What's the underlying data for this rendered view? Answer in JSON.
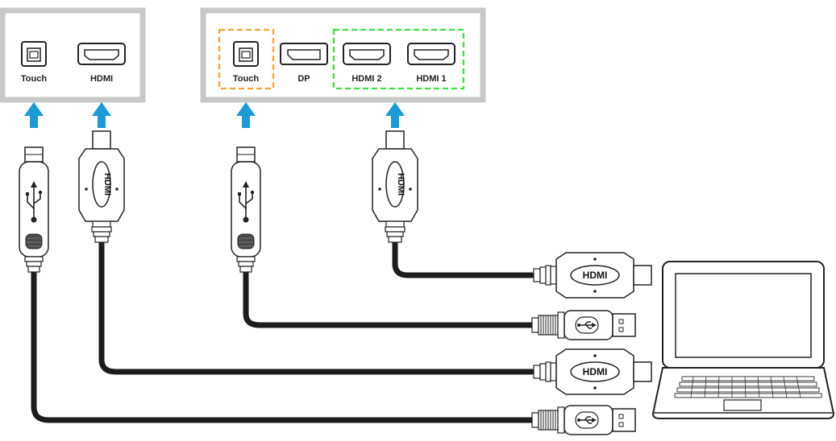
{
  "panels": {
    "left": {
      "ports": [
        {
          "label": "Touch",
          "type": "usb-b"
        },
        {
          "label": "HDMI",
          "type": "hdmi"
        }
      ]
    },
    "right": {
      "ports": [
        {
          "label": "Touch",
          "type": "usb-b",
          "highlight": "orange"
        },
        {
          "label": "DP",
          "type": "displayport"
        },
        {
          "label": "HDMI 2",
          "type": "hdmi",
          "highlight": "green"
        },
        {
          "label": "HDMI 1",
          "type": "hdmi",
          "highlight": "green"
        }
      ]
    }
  },
  "plug_marks": {
    "hdmi": "HDMI"
  },
  "colors": {
    "panel_border": "#c8c8c8",
    "arrow": "#1a9ad7",
    "orange_highlight": "#f7a335",
    "green_highlight": "#3ee03e",
    "cable": "#1c1c1c"
  }
}
